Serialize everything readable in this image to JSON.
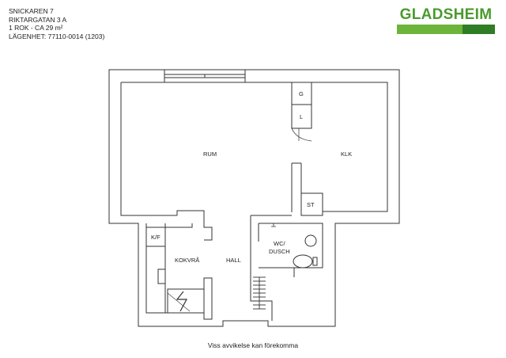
{
  "header": {
    "lines": [
      "SNICKAREN 7",
      "RIKTARGATAN 3 A",
      "1 ROK - CA 29 m²",
      "LÄGENHET:  77110-0014 (1203)"
    ]
  },
  "logo": {
    "text": "GLADSHEIM",
    "color_light": "#6cb43a",
    "color_dark": "#2f7d25",
    "text_color": "#4a9a2e"
  },
  "rooms": {
    "rum": "RUM",
    "klk": "KLK",
    "g": "G",
    "l": "L",
    "st": "ST",
    "kf": "K/F",
    "kokvra": "KOKVRÅ",
    "hall": "HALL",
    "wc_line1": "WC/",
    "wc_line2": "DUSCH"
  },
  "footer": {
    "note": "Viss avvikelse kan förekomma"
  }
}
